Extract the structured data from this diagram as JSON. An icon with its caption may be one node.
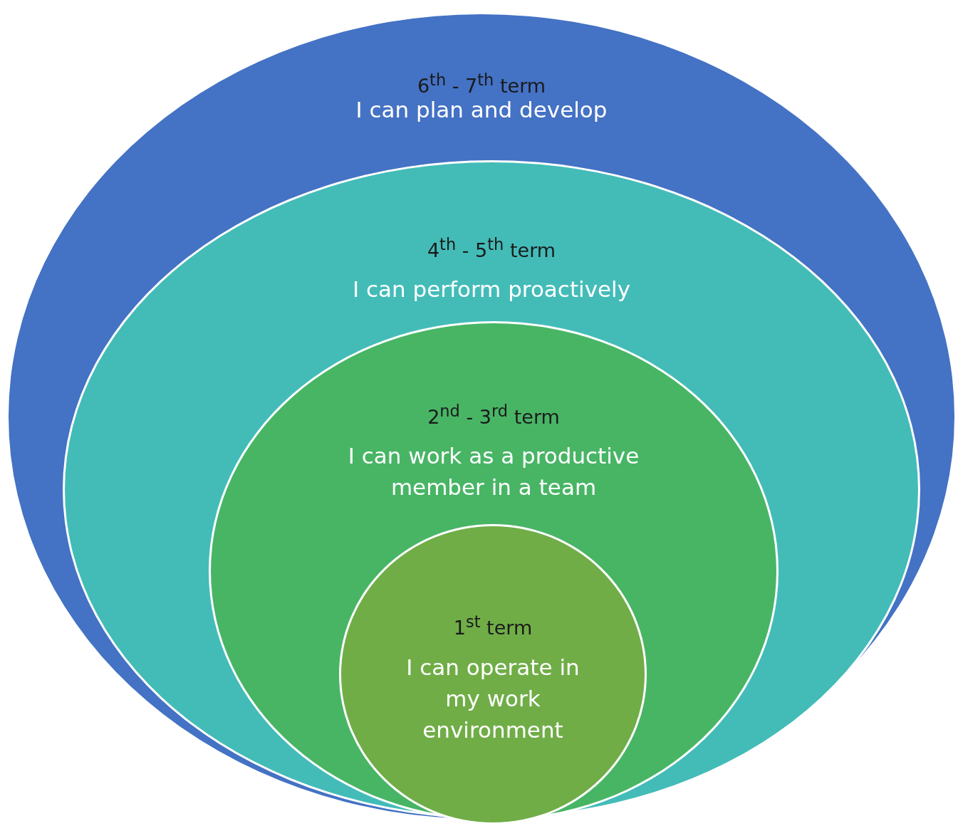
{
  "diagram": {
    "nodes": [
      {
        "text": [
          "6$^{th}$ - 7$^{th}$ term",
          "I can plan and develop"
        ]
      },
      {
        "text": [
          "4$^{th}$ - 5$^{th}$ term",
          "I can perform proactively"
        ],
        "in": 0
      },
      {
        "text": [
          "2$^{nd}$ - 3$^{rd}$ term",
          "I can work as a productive member in a team"
        ],
        "in": 1
      },
      {
        "text": [
          "1$^{st}$ term",
          "I can operate in my work environment"
        ],
        "in": 2
      }
    ]
  }
}
